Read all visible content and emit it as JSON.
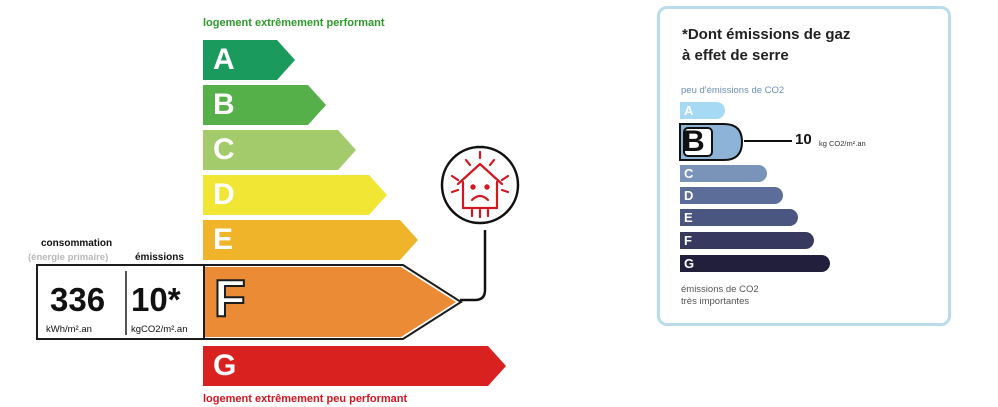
{
  "dpe": {
    "top_caption": "logement extrêmement performant",
    "bottom_caption": "logement extrêmement peu performant",
    "classes": [
      {
        "letter": "A",
        "color": "#1a9a5c"
      },
      {
        "letter": "B",
        "color": "#55b04a"
      },
      {
        "letter": "C",
        "color": "#a3cb6c"
      },
      {
        "letter": "D",
        "color": "#f0e633"
      },
      {
        "letter": "E",
        "color": "#f0b42a"
      },
      {
        "letter": "F",
        "color": "#ec8b36"
      },
      {
        "letter": "G",
        "color": "#d9211f"
      }
    ],
    "current_class": "F",
    "consumption_label": "consommation",
    "primary_energy_label": "(énergie primaire)",
    "emissions_label": "émissions",
    "consumption_value": "336",
    "consumption_unit": "kWh/m².an",
    "emissions_value": "10*",
    "emissions_unit": "kgCO2/m².an",
    "icon": "sad-house-icon"
  },
  "ges": {
    "title_line1": "*Dont émissions de gaz",
    "title_line2": "à effet de serre",
    "low_label": "peu d'émissions de CO2",
    "high_label_line1": "émissions de CO2",
    "high_label_line2": "très importantes",
    "classes": [
      {
        "letter": "A",
        "color": "#a6d9f3"
      },
      {
        "letter": "B",
        "color": "#8db3d6"
      },
      {
        "letter": "C",
        "color": "#7a93b8"
      },
      {
        "letter": "D",
        "color": "#5c6d99"
      },
      {
        "letter": "E",
        "color": "#4a5580"
      },
      {
        "letter": "F",
        "color": "#37395e"
      },
      {
        "letter": "G",
        "color": "#211f3b"
      }
    ],
    "current_class": "B",
    "value": "10",
    "unit": "kg CO2/m².an"
  }
}
